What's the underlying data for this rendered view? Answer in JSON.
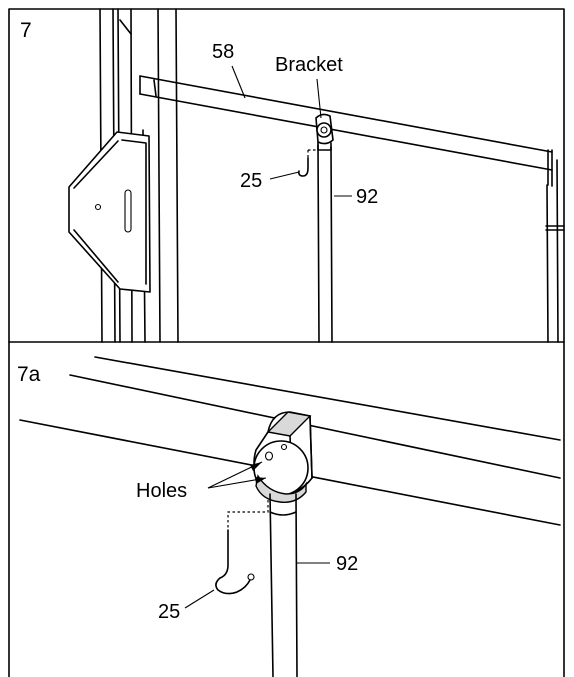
{
  "panel_top": {
    "step_number": "7",
    "labels": {
      "part_58": "58",
      "bracket": "Bracket",
      "part_25": "25",
      "part_92": "92"
    }
  },
  "panel_bottom": {
    "step_number": "7a",
    "labels": {
      "holes": "Holes",
      "part_92": "92",
      "part_25": "25"
    }
  },
  "colors": {
    "line": "#000000",
    "background": "#ffffff",
    "shade": "#d9d9d9"
  }
}
